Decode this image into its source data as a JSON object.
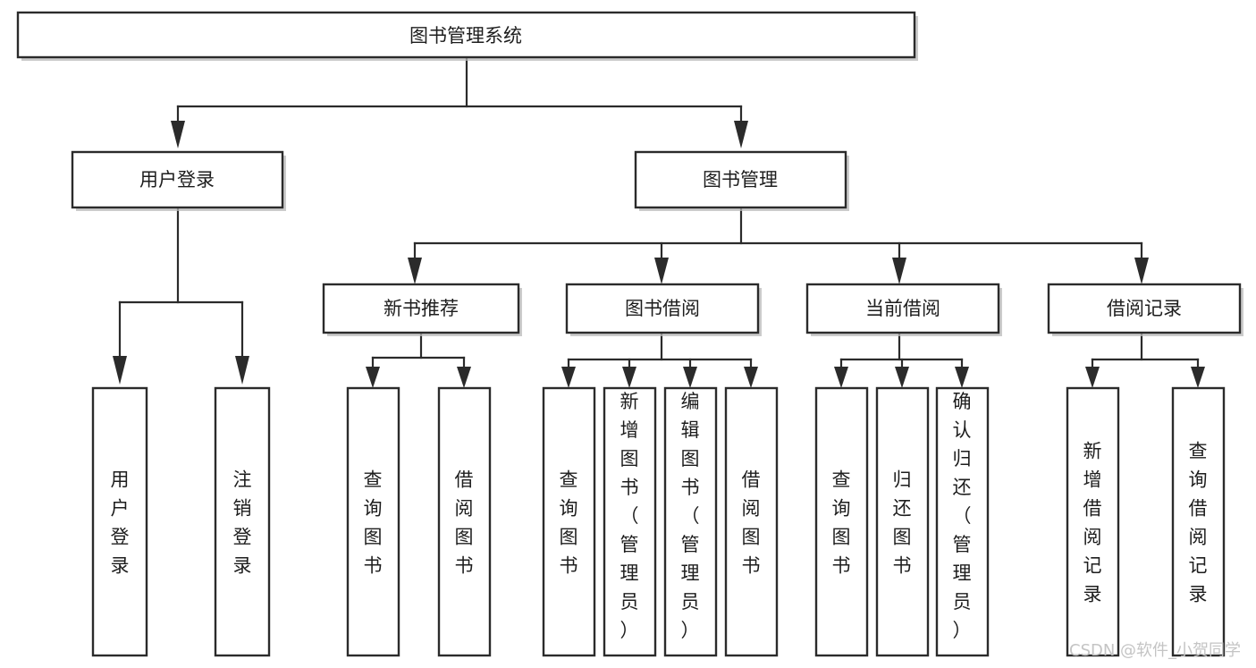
{
  "diagram": {
    "title": "图书管理系统",
    "type": "tree-hierarchy-flowchart",
    "root": {
      "label": "图书管理系统"
    },
    "level2": [
      {
        "label": "用户登录"
      },
      {
        "label": "图书管理"
      }
    ],
    "level3": [
      {
        "label": "新书推荐"
      },
      {
        "label": "图书借阅"
      },
      {
        "label": "当前借阅"
      },
      {
        "label": "借阅记录"
      }
    ],
    "leaves": {
      "user_login": [
        {
          "label": "用户登录"
        },
        {
          "label": "注销登录"
        }
      ],
      "new_book_recommend": [
        {
          "label": "查询图书"
        },
        {
          "label": "借阅图书"
        }
      ],
      "book_borrow": [
        {
          "label": "查询图书"
        },
        {
          "label": "新增图书（管理员）"
        },
        {
          "label": "编辑图书（管理员）"
        },
        {
          "label": "借阅图书"
        }
      ],
      "current_borrow": [
        {
          "label": "查询图书"
        },
        {
          "label": "归还图书"
        },
        {
          "label": "确认归还（管理员）"
        }
      ],
      "borrow_record": [
        {
          "label": "新增借阅记录"
        },
        {
          "label": "查询借阅记录"
        }
      ]
    },
    "watermark": "CSDN @软件_小贺同学",
    "colors": {
      "box_stroke": "#2b2b2b",
      "box_fill": "#ffffff",
      "text": "#1d1d1d",
      "connector": "#2b2b2b",
      "watermark": "#c4c4c4",
      "background": "#ffffff"
    }
  }
}
